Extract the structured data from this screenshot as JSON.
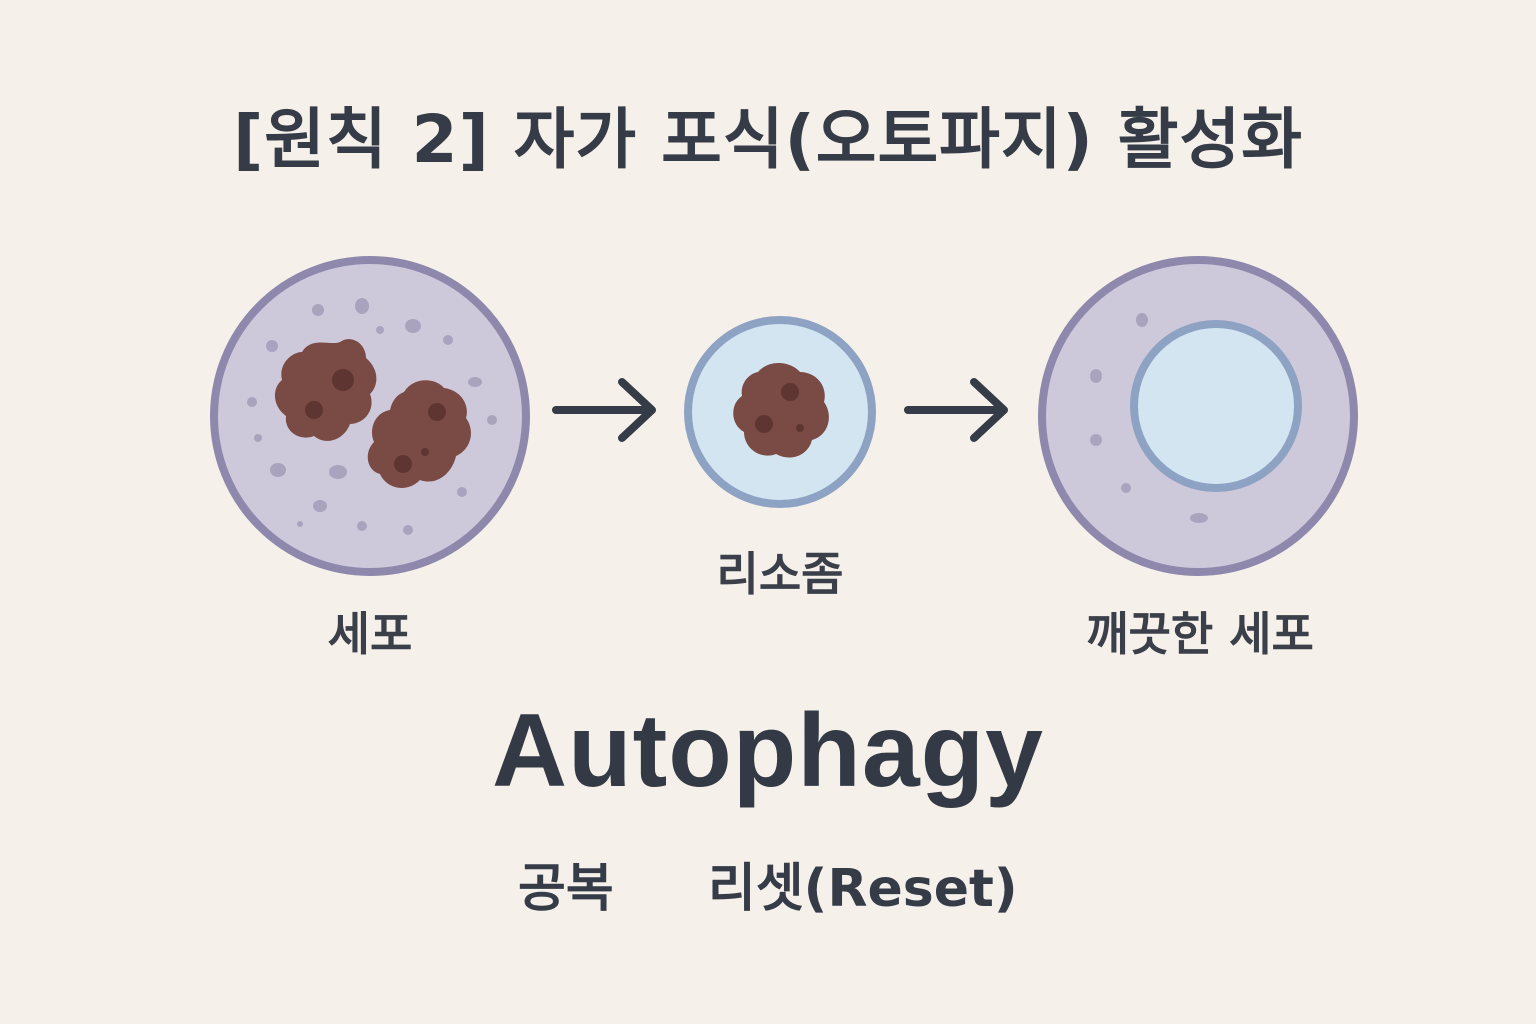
{
  "title": "[원칙 2] 자가 포식(오토파지) 활성화",
  "labels": {
    "cell": "세포",
    "lysosome": "리소좀",
    "clean_cell": "깨끗한 세포"
  },
  "subtitle": "Autophagy",
  "footer": {
    "fasting": "공복",
    "reset": "리셋(Reset)"
  },
  "colors": {
    "background": "#f5f1ea",
    "cell_fill": "#cdc9db",
    "cell_border": "#8e89ac",
    "debris": "#7a4a44",
    "lysosome_fill": "#d2e5f1",
    "lysosome_border": "#8ea3c3",
    "text": "#353b47"
  },
  "icons": [
    "arrow-right-icon",
    "arrow-right-icon"
  ]
}
